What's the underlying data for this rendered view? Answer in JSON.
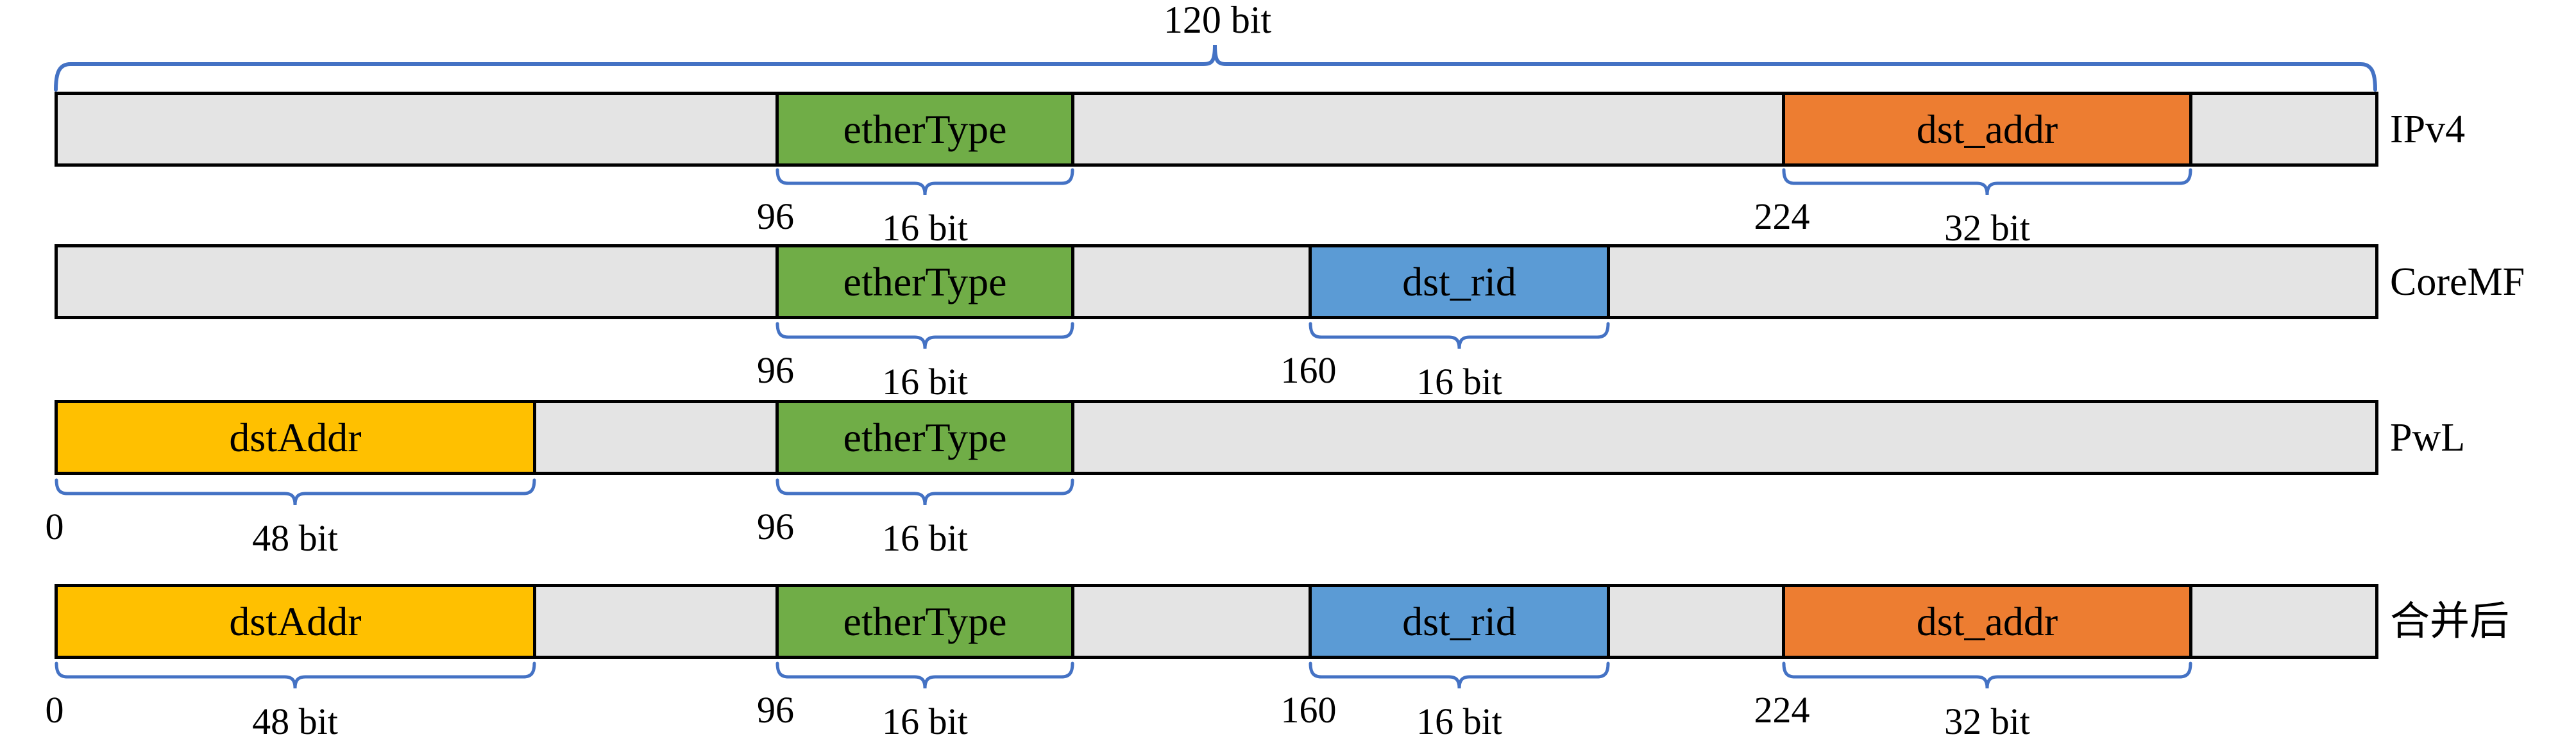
{
  "overall": {
    "span_label": "120 bit"
  },
  "colors": {
    "brace_blue": "#4472C4",
    "bar_gray": "#E4E4E4",
    "field_yellow": "#FFC000",
    "field_green": "#70AD47",
    "field_blue": "#5B9BD5",
    "field_orange": "#ED7D31",
    "border_black": "#000000"
  },
  "rows": [
    {
      "name": "IPv4",
      "fields": [
        {
          "label": "etherType",
          "offset": "96",
          "width": "16 bit",
          "color": "green"
        },
        {
          "label": "dst_addr",
          "offset": "224",
          "width": "32 bit",
          "color": "orange"
        }
      ]
    },
    {
      "name": "CoreMF",
      "fields": [
        {
          "label": "etherType",
          "offset": "96",
          "width": "16 bit",
          "color": "green"
        },
        {
          "label": "dst_rid",
          "offset": "160",
          "width": "16 bit",
          "color": "blue"
        }
      ]
    },
    {
      "name": "PwL",
      "fields": [
        {
          "label": "dstAddr",
          "offset": "0",
          "width": "48 bit",
          "color": "yellow"
        },
        {
          "label": "etherType",
          "offset": "96",
          "width": "16 bit",
          "color": "green"
        }
      ]
    },
    {
      "name": "合并后",
      "fields": [
        {
          "label": "dstAddr",
          "offset": "0",
          "width": "48 bit",
          "color": "yellow"
        },
        {
          "label": "etherType",
          "offset": "96",
          "width": "16 bit",
          "color": "green"
        },
        {
          "label": "dst_rid",
          "offset": "160",
          "width": "16 bit",
          "color": "blue"
        },
        {
          "label": "dst_addr",
          "offset": "224",
          "width": "32 bit",
          "color": "orange"
        }
      ]
    }
  ]
}
